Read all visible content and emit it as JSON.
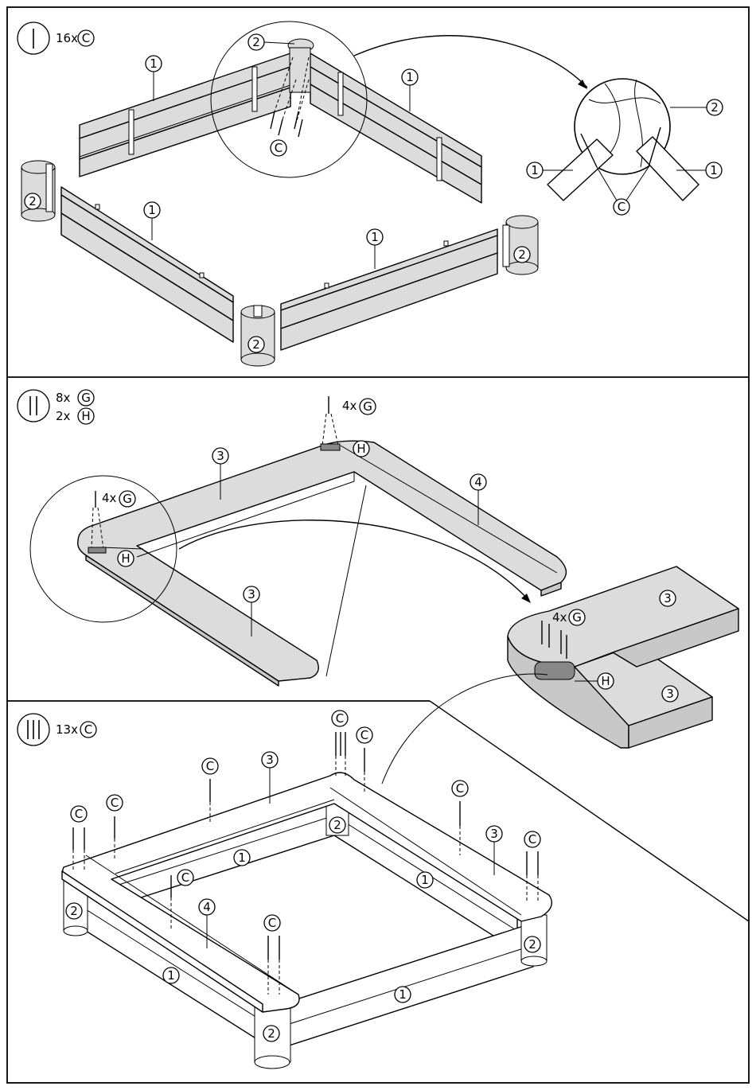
{
  "steps": [
    {
      "numeral": "|",
      "hardware": [
        {
          "count": "16x",
          "part": "C"
        }
      ],
      "callouts": [
        "1",
        "2",
        "C"
      ]
    },
    {
      "numeral": "||",
      "hardware": [
        {
          "count": "8x",
          "part": "G"
        },
        {
          "count": "2x",
          "part": "H"
        }
      ],
      "detail_counts": [
        {
          "count": "4x",
          "part": "G"
        }
      ],
      "callouts": [
        "3",
        "4",
        "G",
        "H"
      ]
    },
    {
      "numeral": "|||",
      "hardware": [
        {
          "count": "13x",
          "part": "C"
        }
      ],
      "callouts": [
        "1",
        "2",
        "3",
        "4",
        "C"
      ]
    }
  ],
  "part_labels": {
    "p1": "1",
    "p2": "2",
    "p3": "3",
    "p4": "4",
    "pC": "C",
    "pG": "G",
    "pH": "H"
  }
}
